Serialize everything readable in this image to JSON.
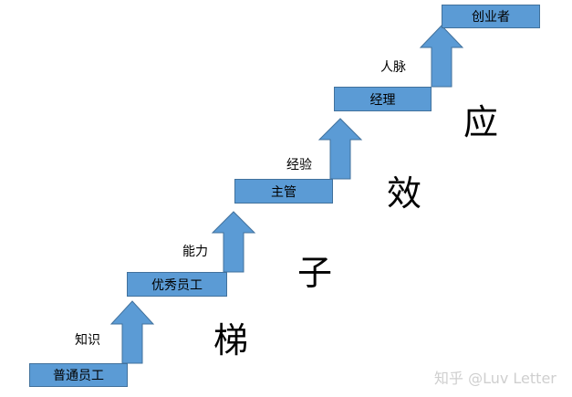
{
  "steps": [
    {
      "label": "普通员工",
      "connector": "知识"
    },
    {
      "label": "优秀员工",
      "connector": "能力"
    },
    {
      "label": "主管",
      "connector": "经验"
    },
    {
      "label": "经理",
      "connector": "人脉"
    },
    {
      "label": "创业者",
      "connector": ""
    }
  ],
  "side_chars": [
    "梯",
    "子",
    "效",
    "应"
  ],
  "watermark": "知乎 @Luv Letter",
  "colors": {
    "box_fill": "#5b9bd5",
    "box_border": "#41719c"
  }
}
